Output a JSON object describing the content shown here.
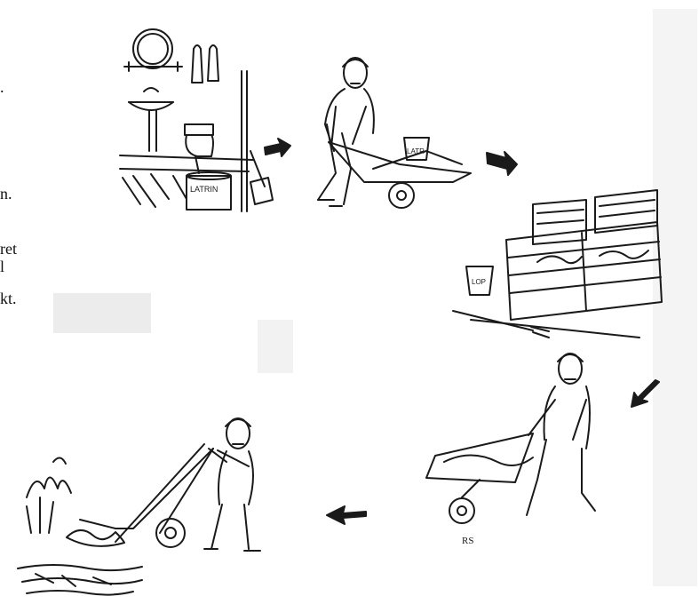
{
  "text_fragments": [
    ".",
    "n.",
    "ret",
    "l",
    "kt."
  ],
  "scene_labels": {
    "toilet_bucket": "LATRIN",
    "wheelbarrow_bucket": "LATR",
    "compost_bucket": "LOP"
  },
  "signature": "RS",
  "colors": {
    "ink": "#1a1a1a",
    "paper": "#ffffff",
    "shadow": "#e6e6e6"
  }
}
